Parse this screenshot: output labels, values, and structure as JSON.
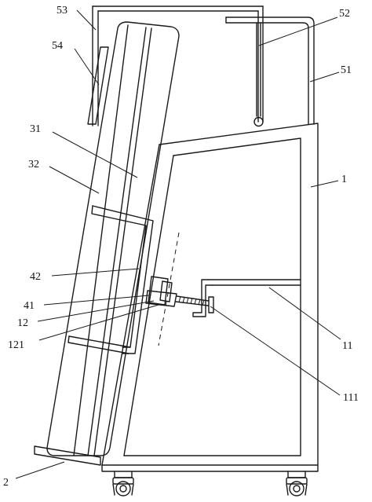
{
  "labels": {
    "l53": "53",
    "l54": "54",
    "l52": "52",
    "l51": "51",
    "l31": "31",
    "l32": "32",
    "l1": "1",
    "l42": "42",
    "l41": "41",
    "l12": "12",
    "l121": "121",
    "l11": "11",
    "l111": "111",
    "l2": "2"
  }
}
